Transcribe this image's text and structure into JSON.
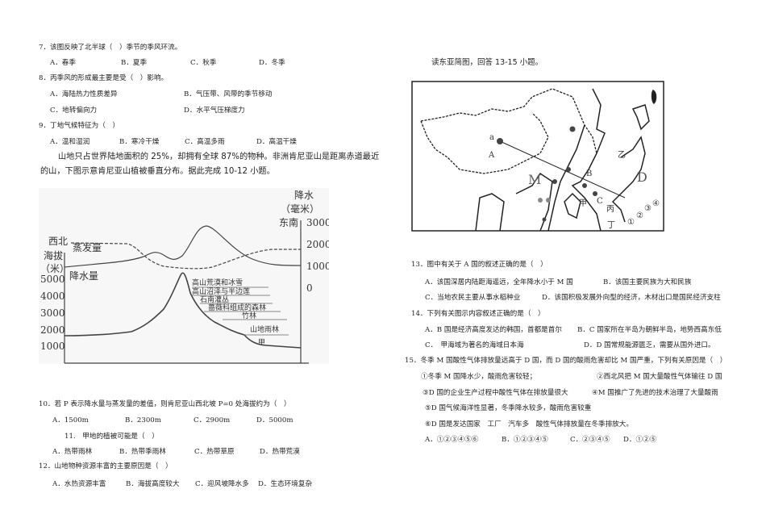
{
  "left": {
    "q7": {
      "stem": "7．该图反映了北半球（　）季节的季风环流。",
      "options": [
        "A．春季",
        "B．夏季",
        "C．秋季",
        "D．冬季"
      ]
    },
    "q8": {
      "stem": "8．丙季风的形成最主要是受（　）影响。",
      "options": [
        "A．海陆热力性质差异",
        "B．气压带、风带的季节移动",
        "C．地转偏向力",
        "D．水平气压梯度力"
      ]
    },
    "q9": {
      "stem": "9．丁地气候特征为（　）",
      "options": [
        "A．温和湿润",
        "B．寒冷干燥",
        "C．高温多雨",
        "D．高温干燥"
      ]
    },
    "passage": [
      "山地只占世界陆地面积的 25%，却拥有全球 87%的物种。非洲肯尼亚山是距离赤道最近",
      "的山，下图示意肯尼亚山植被垂直分布。据此完成 10-12 小题。"
    ],
    "figure": {
      "left_axis_label": [
        "西北",
        "海拔",
        "（米）"
      ],
      "right_axis_label": [
        "降水",
        "（毫米）",
        "东南"
      ],
      "left_ticks": [
        "5000",
        "4000",
        "3000",
        "2000",
        "1000"
      ],
      "right_ticks": [
        "3000",
        "2000",
        "1000",
        "0"
      ],
      "evaporation_label": "蒸发量",
      "precip_label": "降水量",
      "zones": [
        "高山荒漠和冰雪",
        "高山沼泽与半边莲",
        "石南灌丛",
        "蔷薇科组成的森林",
        "竹林",
        "山地雨林",
        "甲"
      ]
    },
    "q10": {
      "stem": "10．若 P 表示降水量与蒸发量的差值，则肯尼亚山西北坡 P=0 处海拔约为（　）",
      "options": [
        "A．1500m",
        "B．2300m",
        "C．2900m",
        "D．5000m"
      ]
    },
    "q11": {
      "stem": "11.　甲地的植被可能是（　）",
      "options": [
        "A．热带雨林",
        "B．热带季雨林",
        "C．热带草原",
        "D．热带荒漠"
      ]
    },
    "q12": {
      "stem": "12．山地物种资源丰富的主要原因是（　）",
      "options": [
        "A．水热资源丰富",
        "B．海拔高度较大",
        "C．迎风坡降水多",
        "D．生态环境复杂"
      ]
    }
  },
  "right": {
    "heading": "读东亚简图，回答 13-15 小题。",
    "map_labels": {
      "a": "a",
      "A": "A",
      "M": "M",
      "B": "B",
      "C": "C",
      "D": "D",
      "jia": "甲",
      "yi": "乙",
      "bing": "丙",
      "ding": "丁",
      "n1": "①",
      "n2": "②",
      "n3": "③",
      "n4": "④"
    },
    "q13": {
      "stem": "13．图中有关于 A 国的叙述正确的是（　）",
      "options": [
        "A．该国深居内陆距海遥远，全年降水小于 M 国",
        "B．该国主要民族为大和民族",
        "C．当地农民主要从事水稻种业",
        "D．该国积极发展外向型的经济，木材出口是国民经济支柱"
      ]
    },
    "q14": {
      "stem": "14．下列有关图示内容叙述正确的是（　）",
      "options": [
        "A．B 国是经济高度发达的韩国，首都是首尔",
        "B．C 国家所在半岛为朝鲜半岛，地势西高东低",
        "C．　甲海域为著名的海域日本海",
        "D．D 国常规能源匮乏，需要从国外进口。"
      ]
    },
    "q15": {
      "stem": "15．冬季 M 国酸性气体排放量远高于 D 国，而 D 国的酸雨危害却比 M 国严重，下列有关原因是（　）",
      "statements": [
        "①冬季 M 国降水少，酸雨危害较轻；",
        "②西北风把 M 国大量酸性气体输往 D 国",
        "③D 国的企业生产过程中酸性气体在排放量很大",
        "④M 国推广了先进的技术治理了大量酸雨",
        "⑤D 国气候海洋性显著，冬季降水较多，酸雨危害较重",
        "⑥D 国是发达国家　工厂　汽车多　酸性气体排放量在冬季排放大。"
      ],
      "options": [
        "A．①②③④⑤⑥",
        "B．①②③④⑤",
        "C．②③④⑤",
        "D．①②⑤"
      ]
    }
  }
}
